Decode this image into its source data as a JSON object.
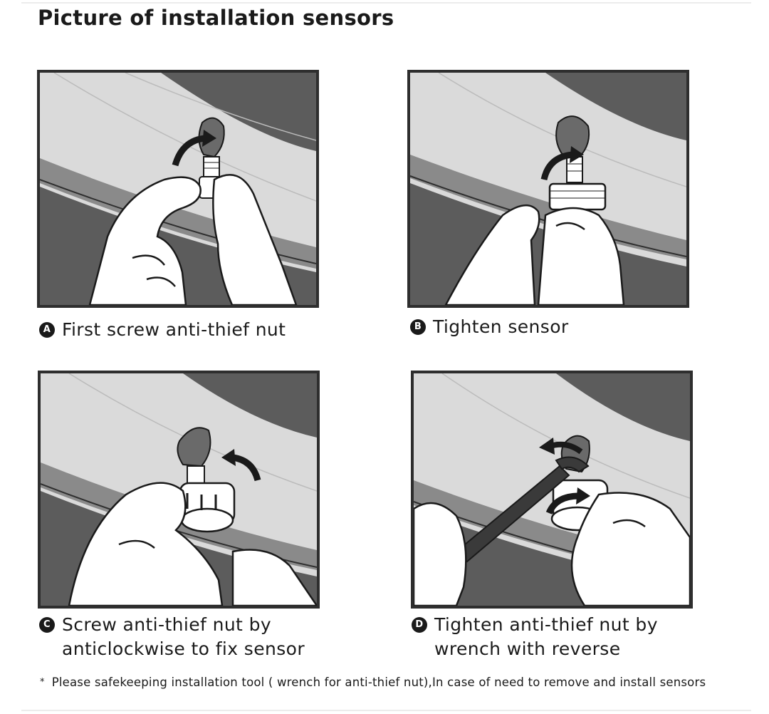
{
  "title": "Picture of installation sensors",
  "steps": [
    {
      "badge": "A",
      "caption_lines": [
        "First screw anti-thief nut"
      ]
    },
    {
      "badge": "B",
      "caption_lines": [
        "Tighten sensor"
      ]
    },
    {
      "badge": "C",
      "caption_lines": [
        "Screw anti-thief nut by",
        "anticlockwise to fix sensor"
      ]
    },
    {
      "badge": "D",
      "caption_lines": [
        "Tighten anti-thief nut by",
        "wrench with reverse"
      ]
    }
  ],
  "note": {
    "marker": "*",
    "text": "Please safekeeping installation tool ( wrench for anti-thief nut),In case of need to remove and install sensors"
  },
  "colors": {
    "frame": "#2e2e2e",
    "tyre_dark": "#5c5c5c",
    "rim_light": "#d9d9d9",
    "hand_fill": "#ffffff",
    "ink": "#1a1a1a"
  },
  "icons": [
    "hand-icon",
    "valve-cap-icon",
    "rotation-arrow-icon",
    "wrench-icon"
  ]
}
